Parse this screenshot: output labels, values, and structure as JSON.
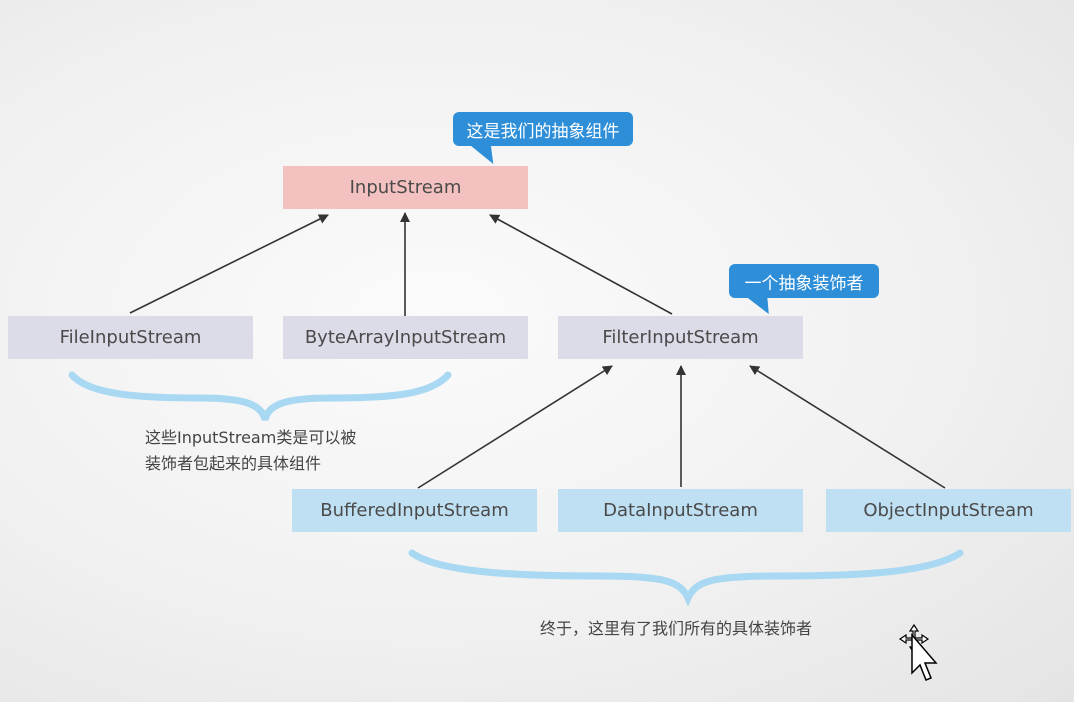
{
  "nodes": {
    "input_stream": "InputStream",
    "file_input_stream": "FileInputStream",
    "byte_array_input_stream": "ByteArrayInputStream",
    "filter_input_stream": "FilterInputStream",
    "buffered_input_stream": "BufferedInputStream",
    "data_input_stream": "DataInputStream",
    "object_input_stream": "ObjectInputStream"
  },
  "callouts": {
    "abstract_component": "这是我们的抽象组件",
    "abstract_decorator": "一个抽象装饰者"
  },
  "notes": {
    "components_line1": "这些InputStream类是可以被",
    "components_line2": "装饰者包起来的具体组件",
    "decorators": "终于，这里有了我们所有的具体装饰者"
  },
  "colors": {
    "abstract_box": "#f3c2c0",
    "component_box": "#dcdbe8",
    "decorator_box": "#bfe0f2",
    "callout": "#2e8fd8",
    "brace": "#a9d8f2",
    "arrow": "#333333"
  }
}
